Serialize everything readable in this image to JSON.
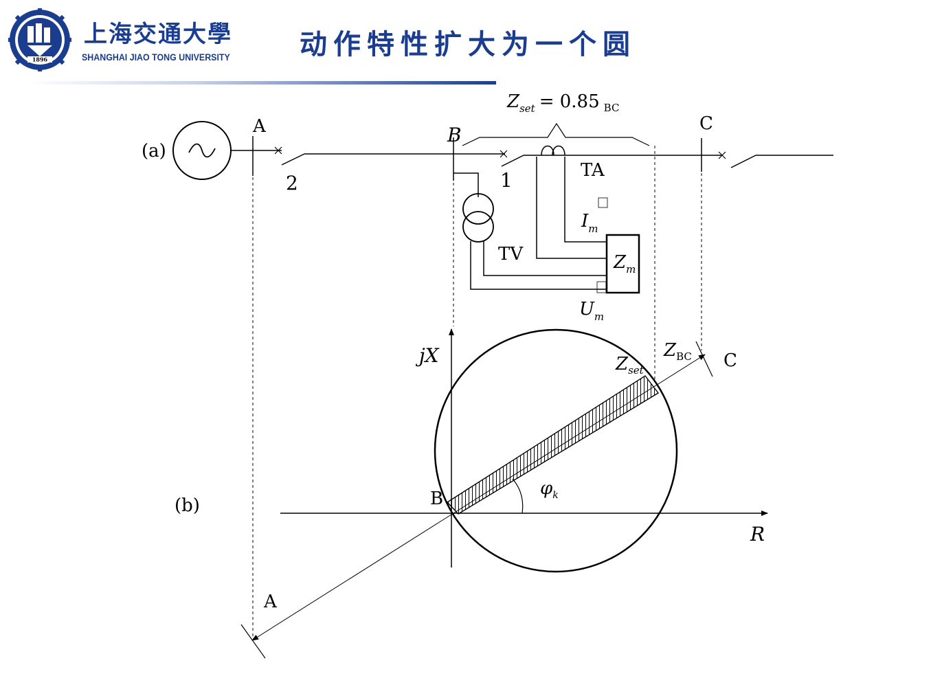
{
  "header": {
    "university_cn": "上海交通大學",
    "university_en": "SHANGHAI  JIAO TONG  UNIVERSITY",
    "logo_year": "1896",
    "title": "动作特性扩大为一个圆"
  },
  "diagram": {
    "part_a": {
      "label": "(a)",
      "source_symbol": "~",
      "bus_a": "A",
      "bus_b": "B",
      "bus_c": "C",
      "breaker_2": "2",
      "breaker_1": "1",
      "ta": "TA",
      "tv": "TV",
      "current": "I",
      "current_sub": "m",
      "voltage": "U",
      "voltage_sub": "m",
      "relay": "Z",
      "relay_sub": "m",
      "zset_symbol": "Z",
      "zset_sub": "set",
      "zset_eq": "= 0.85",
      "zset_ref": "BC"
    },
    "part_b": {
      "label": "(b)",
      "axis_y": "jX",
      "axis_x": "R",
      "point_b": "B",
      "point_a": "A",
      "point_c": "C",
      "zbc_symbol": "Z",
      "zbc_sub": "BC",
      "zset_symbol": "Z",
      "zset_sub": "set",
      "angle_symbol": "φ",
      "angle_sub": "k"
    }
  }
}
